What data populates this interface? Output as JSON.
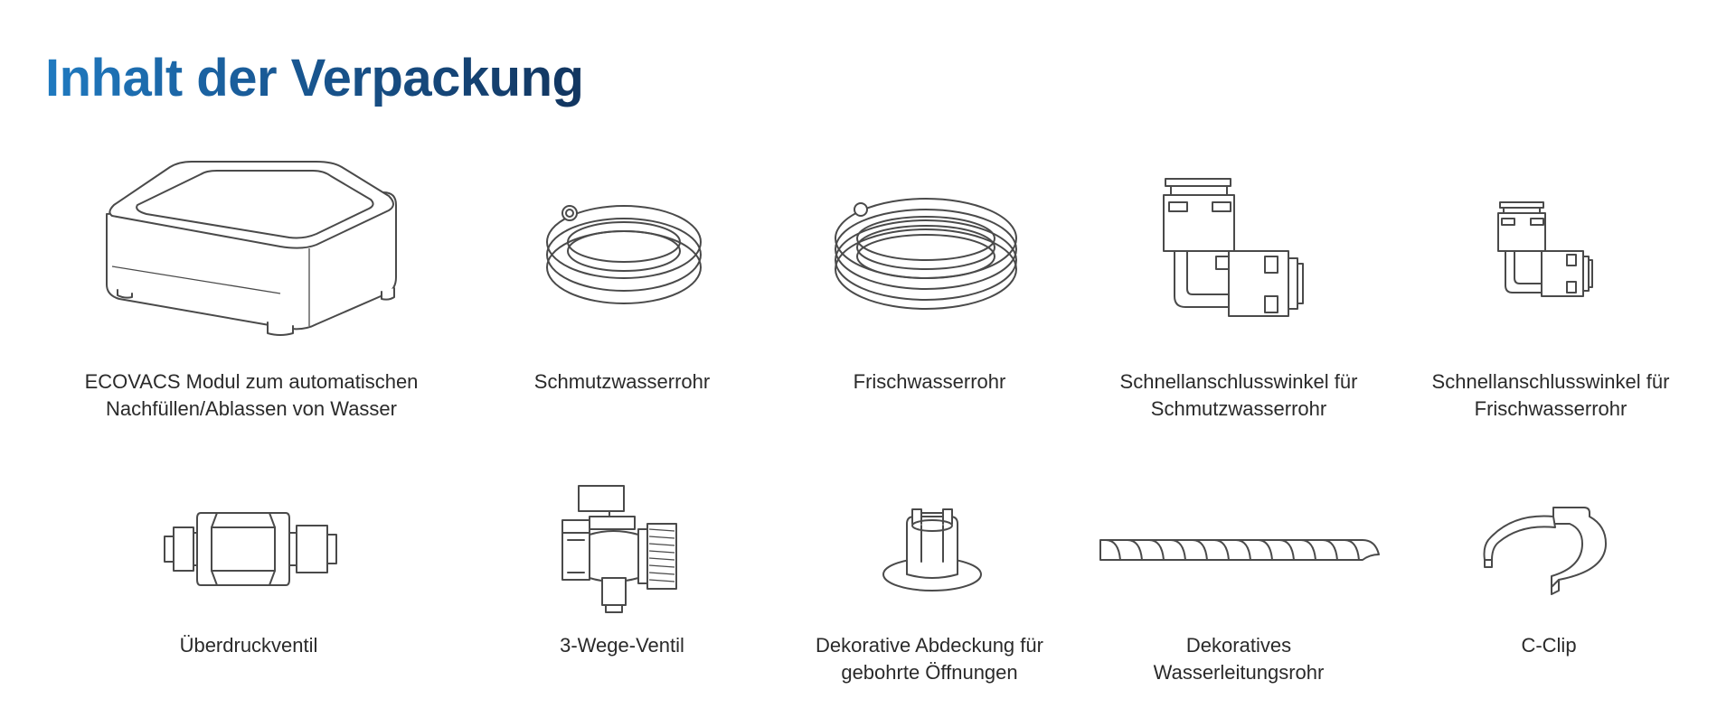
{
  "page": {
    "title": "Inhalt der Verpackung"
  },
  "items": [
    {
      "icon": "module-icon",
      "label": "ECOVACS  Modul zum automatischen\nNachfüllen/Ablassen von Wasser"
    },
    {
      "icon": "dirty-water-hose-icon",
      "label": "Schmutzwasserrohr"
    },
    {
      "icon": "fresh-water-hose-icon",
      "label": "Frischwasserrohr"
    },
    {
      "icon": "elbow-connector-large-icon",
      "label": "Schnellanschlusswinkel für\nSchmutzwasserrohr"
    },
    {
      "icon": "elbow-connector-small-icon",
      "label": "Schnellanschlusswinkel für\nFrischwasserrohr"
    },
    {
      "icon": "pressure-relief-valve-icon",
      "label": "Überdruckventil"
    },
    {
      "icon": "three-way-valve-icon",
      "label": "3-Wege-Ventil"
    },
    {
      "icon": "decorative-cover-icon",
      "label": "Dekorative Abdeckung für\ngebohrte Öffnungen"
    },
    {
      "icon": "spiral-wrap-icon",
      "label": "Dekoratives\nWasserleitungsrohr"
    },
    {
      "icon": "c-clip-icon",
      "label": "C-Clip"
    }
  ]
}
